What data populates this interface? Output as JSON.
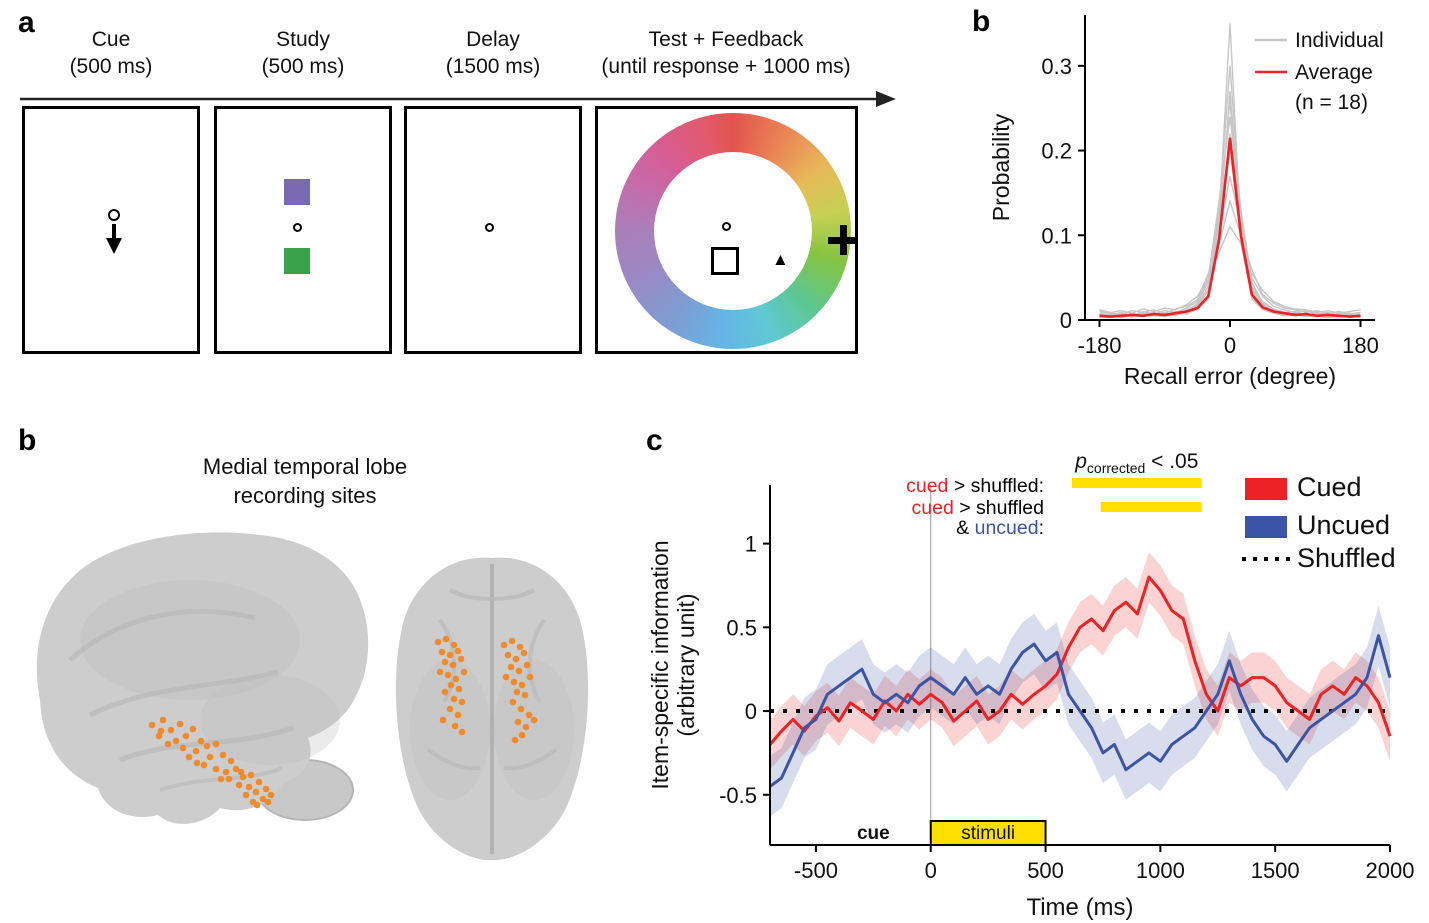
{
  "colors": {
    "red": "#ec2224",
    "blue": "#3b54a5",
    "yellow": "#ffdf00",
    "orange": "#ef8b2c",
    "gray_individual": "#c6c6c6",
    "black": "#000000"
  },
  "panel_a": {
    "label": "a",
    "stages": [
      {
        "title": "Cue",
        "duration": "(500 ms)"
      },
      {
        "title": "Study",
        "duration": "(500 ms)"
      },
      {
        "title": "Delay",
        "duration": "(1500 ms)"
      },
      {
        "title": "Test + Feedback",
        "duration": "(until response + 1000 ms)"
      }
    ],
    "study_colors": {
      "top": "#7a6ab4",
      "bottom": "#38a34b"
    },
    "markers": {
      "triangle": "▲"
    },
    "wheel_stops": [
      [
        "#e2544e",
        0
      ],
      [
        "#ea7f55",
        25
      ],
      [
        "#e7b95a",
        55
      ],
      [
        "#c6d153",
        80
      ],
      [
        "#86c441",
        105
      ],
      [
        "#5dc793",
        135
      ],
      [
        "#5fc9d4",
        160
      ],
      [
        "#64b5e6",
        185
      ],
      [
        "#7f9cd1",
        215
      ],
      [
        "#9c88c4",
        245
      ],
      [
        "#a97fba",
        270
      ],
      [
        "#c46cab",
        295
      ],
      [
        "#d85c92",
        320
      ],
      [
        "#e25a6d",
        345
      ],
      [
        "#e2544e",
        360
      ]
    ]
  },
  "panel_b_top": {
    "label": "b"
  },
  "panel_b_bottom": {
    "label": "b",
    "title_line1": "Medial temporal lobe",
    "title_line2": "recording sites",
    "dots_lateral": [
      [
        142,
        295
      ],
      [
        153,
        290
      ],
      [
        149,
        306
      ],
      [
        161,
        300
      ],
      [
        170,
        294
      ],
      [
        176,
        306
      ],
      [
        183,
        299
      ],
      [
        191,
        311
      ],
      [
        158,
        314
      ],
      [
        173,
        318
      ],
      [
        186,
        321
      ],
      [
        197,
        316
      ],
      [
        206,
        314
      ],
      [
        200,
        327
      ],
      [
        213,
        325
      ],
      [
        221,
        331
      ],
      [
        194,
        335
      ],
      [
        206,
        339
      ],
      [
        216,
        342
      ],
      [
        226,
        339
      ],
      [
        233,
        347
      ],
      [
        241,
        345
      ],
      [
        229,
        355
      ],
      [
        239,
        357
      ],
      [
        249,
        352
      ],
      [
        246,
        362
      ],
      [
        256,
        359
      ],
      [
        253,
        369
      ],
      [
        261,
        365
      ],
      [
        151,
        301
      ],
      [
        166,
        311
      ],
      [
        179,
        327
      ],
      [
        211,
        349
      ],
      [
        236,
        365
      ],
      [
        243,
        372
      ],
      [
        231,
        342
      ],
      [
        219,
        349
      ],
      [
        187,
        333
      ],
      [
        247,
        375
      ],
      [
        258,
        372
      ]
    ],
    "dots_axial": [
      [
        428,
        212
      ],
      [
        436,
        209
      ],
      [
        444,
        215
      ],
      [
        432,
        222
      ],
      [
        440,
        225
      ],
      [
        448,
        221
      ],
      [
        435,
        232
      ],
      [
        443,
        235
      ],
      [
        451,
        229
      ],
      [
        430,
        242
      ],
      [
        438,
        245
      ],
      [
        446,
        249
      ],
      [
        454,
        242
      ],
      [
        441,
        255
      ],
      [
        449,
        259
      ],
      [
        435,
        262
      ],
      [
        444,
        269
      ],
      [
        452,
        272
      ],
      [
        440,
        279
      ],
      [
        448,
        285
      ],
      [
        433,
        290
      ],
      [
        445,
        296
      ],
      [
        452,
        302
      ],
      [
        494,
        215
      ],
      [
        502,
        211
      ],
      [
        510,
        217
      ],
      [
        498,
        225
      ],
      [
        506,
        229
      ],
      [
        514,
        223
      ],
      [
        501,
        237
      ],
      [
        509,
        241
      ],
      [
        517,
        235
      ],
      [
        496,
        247
      ],
      [
        504,
        252
      ],
      [
        512,
        255
      ],
      [
        520,
        247
      ],
      [
        507,
        262
      ],
      [
        515,
        265
      ],
      [
        503,
        272
      ],
      [
        511,
        279
      ],
      [
        519,
        285
      ],
      [
        508,
        292
      ],
      [
        516,
        297
      ],
      [
        524,
        290
      ],
      [
        512,
        305
      ],
      [
        505,
        310
      ]
    ]
  },
  "panel_c": {
    "label": "c"
  },
  "chart_data": [
    {
      "id": "recall_error_distribution",
      "type": "line",
      "title": "",
      "xlabel": "Recall error (degree)",
      "ylabel": "Probability",
      "xlim": [
        -200,
        200
      ],
      "ylim": [
        0,
        0.36
      ],
      "xticks": [
        -180,
        0,
        180
      ],
      "yticks": [
        0,
        0.1,
        0.2,
        0.3
      ],
      "legend": {
        "individual": "Individual",
        "average": "Average",
        "n": "(n = 18)"
      },
      "x": [
        -180,
        -165,
        -150,
        -135,
        -120,
        -105,
        -90,
        -75,
        -60,
        -45,
        -30,
        -15,
        0,
        15,
        30,
        45,
        60,
        75,
        90,
        105,
        120,
        135,
        150,
        165,
        180
      ],
      "average": [
        0.005,
        0.004,
        0.005,
        0.006,
        0.005,
        0.007,
        0.006,
        0.008,
        0.01,
        0.014,
        0.028,
        0.095,
        0.215,
        0.1,
        0.03,
        0.015,
        0.01,
        0.008,
        0.006,
        0.007,
        0.005,
        0.006,
        0.005,
        0.004,
        0.005
      ],
      "individuals": [
        [
          0.004,
          0.003,
          0.005,
          0.004,
          0.006,
          0.005,
          0.004,
          0.006,
          0.008,
          0.012,
          0.03,
          0.12,
          0.35,
          0.1,
          0.025,
          0.012,
          0.008,
          0.005,
          0.006,
          0.004,
          0.005,
          0.003,
          0.004,
          0.005,
          0.003
        ],
        [
          0.006,
          0.005,
          0.004,
          0.007,
          0.005,
          0.006,
          0.008,
          0.007,
          0.01,
          0.016,
          0.04,
          0.13,
          0.3,
          0.12,
          0.035,
          0.014,
          0.009,
          0.007,
          0.008,
          0.006,
          0.005,
          0.007,
          0.004,
          0.006,
          0.005
        ],
        [
          0.003,
          0.006,
          0.005,
          0.004,
          0.007,
          0.005,
          0.006,
          0.009,
          0.007,
          0.013,
          0.025,
          0.1,
          0.27,
          0.11,
          0.03,
          0.016,
          0.01,
          0.006,
          0.005,
          0.007,
          0.006,
          0.004,
          0.006,
          0.003,
          0.005
        ],
        [
          0.007,
          0.004,
          0.006,
          0.005,
          0.008,
          0.006,
          0.007,
          0.005,
          0.012,
          0.018,
          0.05,
          0.14,
          0.24,
          0.13,
          0.045,
          0.02,
          0.012,
          0.008,
          0.007,
          0.005,
          0.008,
          0.006,
          0.005,
          0.007,
          0.004
        ],
        [
          0.005,
          0.007,
          0.004,
          0.008,
          0.006,
          0.009,
          0.005,
          0.01,
          0.009,
          0.02,
          0.045,
          0.11,
          0.2,
          0.1,
          0.04,
          0.022,
          0.013,
          0.009,
          0.01,
          0.006,
          0.007,
          0.005,
          0.008,
          0.004,
          0.006
        ],
        [
          0.008,
          0.006,
          0.009,
          0.005,
          0.01,
          0.007,
          0.011,
          0.009,
          0.014,
          0.022,
          0.05,
          0.1,
          0.17,
          0.11,
          0.05,
          0.028,
          0.016,
          0.012,
          0.009,
          0.011,
          0.007,
          0.009,
          0.006,
          0.008,
          0.007
        ],
        [
          0.01,
          0.008,
          0.007,
          0.011,
          0.009,
          0.012,
          0.008,
          0.013,
          0.016,
          0.024,
          0.055,
          0.09,
          0.14,
          0.1,
          0.06,
          0.03,
          0.02,
          0.014,
          0.012,
          0.009,
          0.011,
          0.008,
          0.01,
          0.007,
          0.009
        ],
        [
          0.012,
          0.009,
          0.011,
          0.008,
          0.013,
          0.01,
          0.014,
          0.012,
          0.018,
          0.028,
          0.05,
          0.08,
          0.11,
          0.09,
          0.055,
          0.035,
          0.022,
          0.016,
          0.013,
          0.012,
          0.009,
          0.011,
          0.008,
          0.01,
          0.012
        ],
        [
          0.004,
          0.005,
          0.003,
          0.006,
          0.004,
          0.007,
          0.005,
          0.008,
          0.009,
          0.015,
          0.035,
          0.12,
          0.26,
          0.09,
          0.028,
          0.013,
          0.009,
          0.006,
          0.007,
          0.005,
          0.006,
          0.004,
          0.005,
          0.006,
          0.004
        ],
        [
          0.006,
          0.004,
          0.007,
          0.005,
          0.006,
          0.008,
          0.006,
          0.009,
          0.011,
          0.017,
          0.04,
          0.1,
          0.22,
          0.11,
          0.038,
          0.018,
          0.011,
          0.008,
          0.006,
          0.007,
          0.005,
          0.006,
          0.007,
          0.005,
          0.006
        ]
      ]
    },
    {
      "id": "item_specific_information_timecourse",
      "type": "line",
      "title": "",
      "xlabel": "Time (ms)",
      "ylabel_line1": "Item-specific information",
      "ylabel_line2": "(arbitrary unit)",
      "xlim": [
        -700,
        2000
      ],
      "ylim": [
        -0.8,
        1.35
      ],
      "xticks": [
        -500,
        0,
        500,
        1000,
        1500,
        2000
      ],
      "yticks": [
        -0.5,
        0,
        0.5,
        1
      ],
      "x": [
        -700,
        -650,
        -600,
        -550,
        -500,
        -450,
        -400,
        -350,
        -300,
        -250,
        -200,
        -150,
        -100,
        -50,
        0,
        50,
        100,
        150,
        200,
        250,
        300,
        350,
        400,
        450,
        500,
        550,
        600,
        650,
        700,
        750,
        800,
        850,
        900,
        950,
        1000,
        1050,
        1100,
        1150,
        1200,
        1250,
        1300,
        1350,
        1400,
        1450,
        1500,
        1550,
        1600,
        1650,
        1700,
        1750,
        1800,
        1850,
        1900,
        1950,
        2000
      ],
      "series": [
        {
          "name": "Cued",
          "color_key": "red",
          "band": 0.15,
          "values": [
            -0.2,
            -0.12,
            -0.05,
            -0.12,
            -0.03,
            0.02,
            -0.06,
            0.05,
            0.0,
            -0.05,
            0.06,
            0.0,
            0.1,
            0.04,
            0.1,
            0.05,
            -0.06,
            0.0,
            0.06,
            -0.05,
            0.0,
            0.1,
            0.04,
            0.1,
            0.15,
            0.22,
            0.38,
            0.5,
            0.55,
            0.48,
            0.6,
            0.65,
            0.58,
            0.8,
            0.72,
            0.6,
            0.55,
            0.3,
            0.1,
            0.0,
            0.2,
            0.15,
            0.2,
            0.2,
            0.15,
            0.05,
            0.0,
            -0.05,
            0.1,
            0.15,
            0.1,
            0.2,
            0.15,
            0.05,
            -0.15
          ]
        },
        {
          "name": "Uncued",
          "color_key": "blue",
          "band": 0.18,
          "values": [
            -0.45,
            -0.4,
            -0.25,
            -0.1,
            -0.05,
            0.1,
            0.15,
            0.2,
            0.25,
            0.1,
            0.05,
            0.1,
            0.05,
            0.15,
            0.2,
            0.15,
            0.1,
            0.2,
            0.1,
            0.15,
            0.1,
            0.25,
            0.35,
            0.4,
            0.3,
            0.35,
            0.1,
            0.0,
            -0.1,
            -0.25,
            -0.2,
            -0.35,
            -0.3,
            -0.25,
            -0.3,
            -0.2,
            -0.15,
            -0.1,
            0.0,
            0.1,
            0.3,
            0.1,
            -0.05,
            -0.15,
            -0.2,
            -0.3,
            -0.2,
            -0.1,
            -0.05,
            0.0,
            0.05,
            0.1,
            0.2,
            0.45,
            0.2
          ]
        }
      ],
      "shuffled_baseline": 0,
      "sig_bars": [
        {
          "from": 615,
          "to": 1180
        },
        {
          "from": 740,
          "to": 1180
        }
      ],
      "sig_label": {
        "p": "p",
        "sub": "corrected",
        "rest": " < .05"
      },
      "annotations": [
        [
          {
            "t": "cued",
            "c": "red"
          },
          {
            "t": " > shuffled:",
            "c": "black"
          }
        ],
        [
          {
            "t": "cued",
            "c": "red"
          },
          {
            "t": " > shuffled",
            "c": "black"
          }
        ],
        [
          {
            "t": "& ",
            "c": "black"
          },
          {
            "t": "uncued",
            "c": "blue"
          },
          {
            "t": ":",
            "c": "black"
          }
        ]
      ],
      "event_markers": {
        "cue_label": "cue",
        "stimuli_label": "stimuli",
        "stimuli_from": 0,
        "stimuli_to": 500
      },
      "legend": [
        {
          "label": "Cued",
          "swatch": "red"
        },
        {
          "label": "Uncued",
          "swatch": "blue"
        },
        {
          "label": "Shuffled",
          "swatch": "dotted"
        }
      ]
    }
  ]
}
